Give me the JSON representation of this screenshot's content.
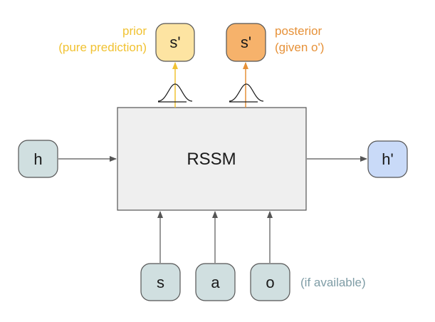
{
  "diagram": {
    "main_block": {
      "label": "RSSM"
    },
    "nodes": {
      "h_in": {
        "label": "h"
      },
      "h_out": {
        "label": "h'"
      },
      "prior": {
        "label": "s'"
      },
      "posterior": {
        "label": "s'"
      },
      "s": {
        "label": "s"
      },
      "a": {
        "label": "a"
      },
      "o": {
        "label": "o"
      }
    },
    "annotations": {
      "prior_line1": "prior",
      "prior_line2": "(pure prediction)",
      "posterior_line1": "posterior",
      "posterior_line2": "(given o')",
      "if_available": "(if available)"
    },
    "colors": {
      "hidden_state": "#d0dfe0",
      "next_hidden": "#c9daf8",
      "prior_fill": "#fde4a2",
      "posterior_fill": "#f6b26b",
      "prior_accent": "#f1c232",
      "posterior_accent": "#e69138",
      "if_available_text": "#7f9da6",
      "block_fill": "#efefef",
      "border": "#555555"
    }
  }
}
